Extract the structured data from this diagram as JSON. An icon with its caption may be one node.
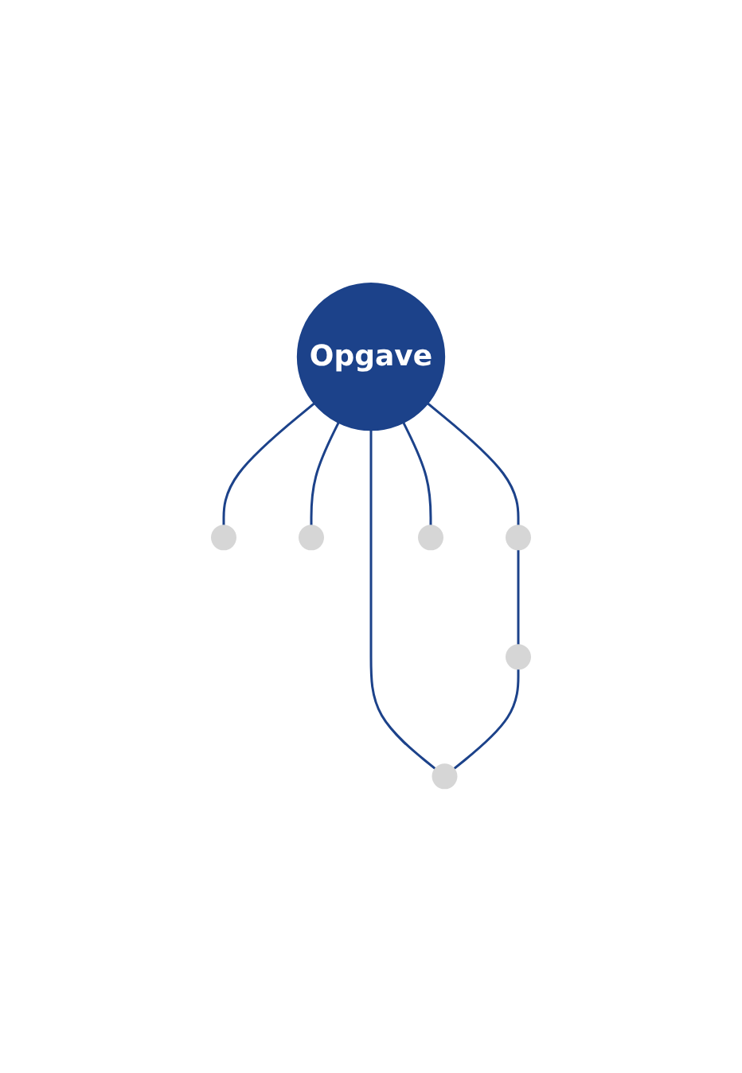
{
  "diagram": {
    "nodes": [
      {
        "text": [],
        "shape": "circle"
      },
      {
        "text": [],
        "shape": "circle"
      },
      {
        "text": [],
        "shape": "circle"
      },
      {
        "text": [
          "Opgave"
        ]
      },
      {
        "text": [],
        "shape": "circle"
      },
      {
        "text": [],
        "shape": "circle"
      },
      {
        "text": [],
        "shape": "circle"
      }
    ],
    "edges": [
      {
        "from": 3,
        "to": 0,
        "arrow": "none"
      },
      {
        "from": 3,
        "to": 1,
        "arrow": "none"
      },
      {
        "from": 3,
        "to": 2,
        "arrow": "none"
      },
      {
        "from": 3,
        "to": 5,
        "arrow": "none"
      },
      {
        "from": 3,
        "to": 6,
        "arrow": "none"
      },
      {
        "from": 2,
        "to": 4,
        "arrow": "none"
      },
      {
        "from": 4,
        "to": 6,
        "arrow": "none"
      }
    ]
  }
}
